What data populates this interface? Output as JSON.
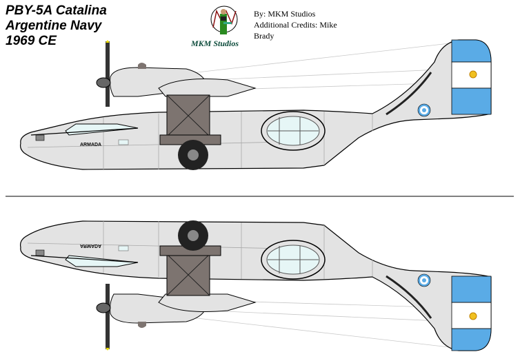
{
  "title": {
    "line1": "PBY-5A Catalina",
    "line2": "Argentine Navy",
    "line3": "1969 CE"
  },
  "logo": {
    "name": "MKM Studios"
  },
  "credits": {
    "by": "By:  MKM Studios",
    "additional": "Additional Credits:  Mike Brady"
  },
  "aircraft": {
    "marking": "ARMADA"
  },
  "colors": {
    "hull": "#e3e3e3",
    "panel_line": "#a9a9a9",
    "flag_blue": "#5aabe6",
    "nacelle_dark": "#7d7470",
    "glass": "#e6f6f6"
  }
}
